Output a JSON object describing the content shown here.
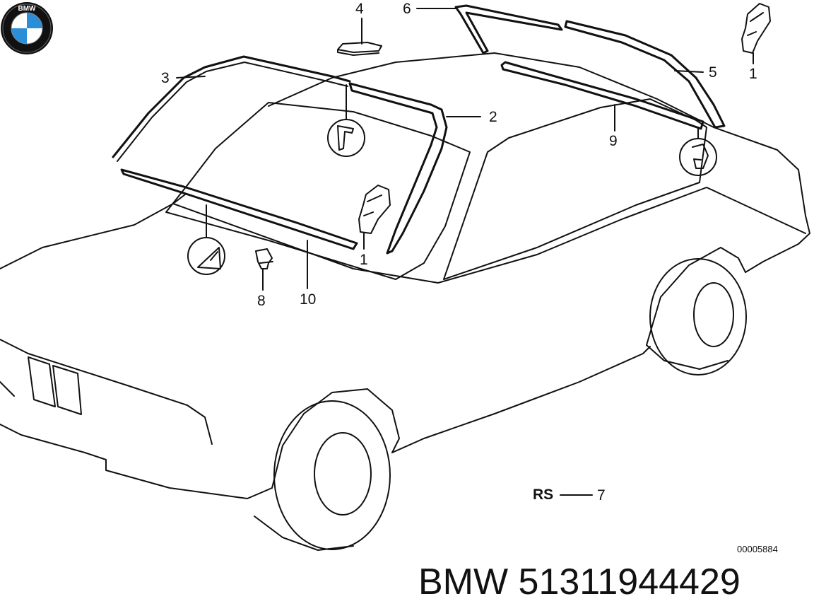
{
  "diagram": {
    "callouts": [
      {
        "id": "4",
        "label": "4"
      },
      {
        "id": "6",
        "label": "6"
      },
      {
        "id": "3",
        "label": "3"
      },
      {
        "id": "2",
        "label": "2"
      },
      {
        "id": "5",
        "label": "5"
      },
      {
        "id": "1a",
        "label": "1"
      },
      {
        "id": "9",
        "label": "9"
      },
      {
        "id": "1b",
        "label": "1"
      },
      {
        "id": "8",
        "label": "8"
      },
      {
        "id": "10",
        "label": "10"
      },
      {
        "id": "7",
        "label": "7"
      }
    ],
    "rs_label": "RS",
    "drawing_number": "00005884",
    "part_number": "BMW 51311944429",
    "logo_text": "BMW"
  },
  "colors": {
    "line": "#111111",
    "background": "#ffffff",
    "logo_blue": "#2a8fd8"
  }
}
